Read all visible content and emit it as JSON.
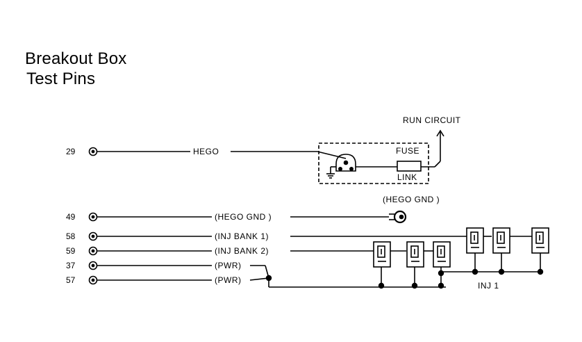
{
  "title": {
    "line1": "Breakout Box",
    "line2": "Test Pins"
  },
  "pins": [
    {
      "number": "29",
      "label": "HEGO"
    },
    {
      "number": "49",
      "label": "(HEGO GND )"
    },
    {
      "number": "58",
      "label": "(INJ  BANK 1)"
    },
    {
      "number": "59",
      "label": "(INJ  BANK 2)"
    },
    {
      "number": "37",
      "label": "(PWR)"
    },
    {
      "number": "57",
      "label": "(PWR)"
    }
  ],
  "components": {
    "run_circuit": "RUN CIRCUIT",
    "fuse": "FUSE",
    "link": "LINK",
    "hego_gnd": "(HEGO GND )",
    "injector_group": "INJ 1"
  }
}
